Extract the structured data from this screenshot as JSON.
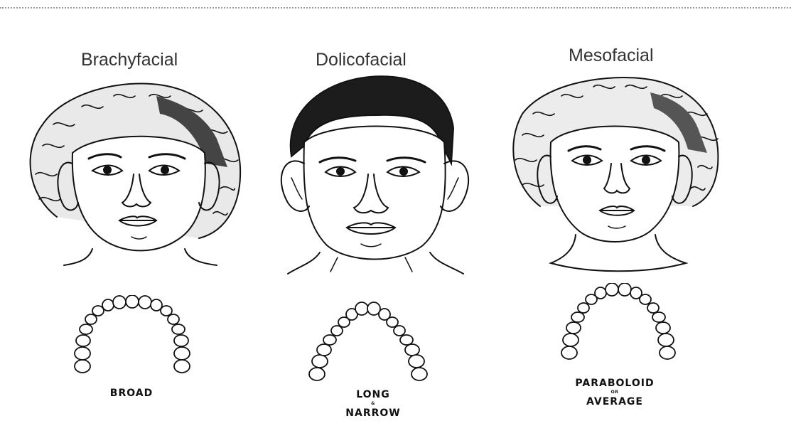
{
  "columns": [
    {
      "title": "Brachyfacial",
      "arch_label": {
        "line1": "BROAD",
        "connector": "",
        "line2": ""
      }
    },
    {
      "title": "Dolicofacial",
      "arch_label": {
        "line1": "LONG",
        "connector": "&",
        "line2": "NARROW"
      }
    },
    {
      "title": "Mesofacial",
      "arch_label": {
        "line1": "PARABOLOID",
        "connector": "OR",
        "line2": "AVERAGE"
      }
    }
  ],
  "colors": {
    "ink": "#111111",
    "title": "#333333",
    "rule": "#9a9a9a"
  }
}
